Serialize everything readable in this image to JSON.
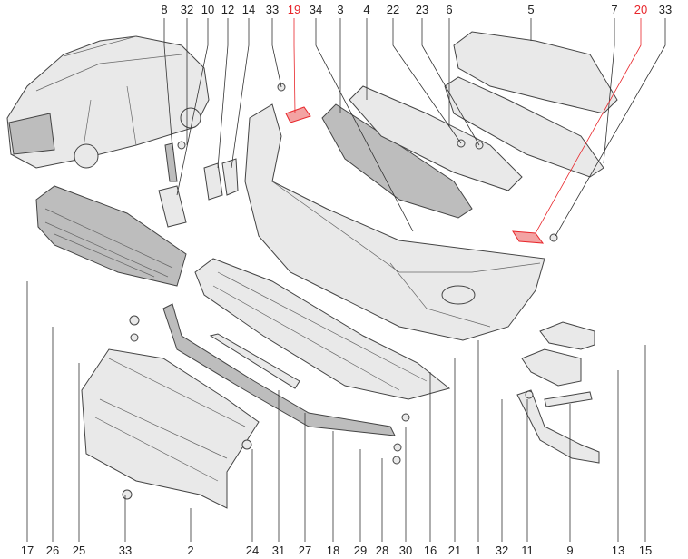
{
  "diagram": {
    "highlight_color": "#e8262b",
    "top_callouts": [
      {
        "label": "8",
        "highlighted": false
      },
      {
        "label": "32",
        "highlighted": false
      },
      {
        "label": "10",
        "highlighted": false
      },
      {
        "label": "12",
        "highlighted": false
      },
      {
        "label": "14",
        "highlighted": false
      },
      {
        "label": "33",
        "highlighted": false
      },
      {
        "label": "19",
        "highlighted": true
      },
      {
        "label": "34",
        "highlighted": false
      },
      {
        "label": "3",
        "highlighted": false
      },
      {
        "label": "4",
        "highlighted": false
      },
      {
        "label": "22",
        "highlighted": false
      },
      {
        "label": "23",
        "highlighted": false
      },
      {
        "label": "6",
        "highlighted": false
      },
      {
        "label": "5",
        "highlighted": false
      },
      {
        "label": "7",
        "highlighted": false
      },
      {
        "label": "20",
        "highlighted": true
      },
      {
        "label": "33",
        "highlighted": false
      }
    ],
    "bottom_callouts": [
      {
        "label": "17",
        "highlighted": false
      },
      {
        "label": "26",
        "highlighted": false
      },
      {
        "label": "25",
        "highlighted": false
      },
      {
        "label": "33",
        "highlighted": false
      },
      {
        "label": "2",
        "highlighted": false
      },
      {
        "label": "24",
        "highlighted": false
      },
      {
        "label": "31",
        "highlighted": false
      },
      {
        "label": "27",
        "highlighted": false
      },
      {
        "label": "18",
        "highlighted": false
      },
      {
        "label": "29",
        "highlighted": false
      },
      {
        "label": "28",
        "highlighted": false
      },
      {
        "label": "30",
        "highlighted": false
      },
      {
        "label": "16",
        "highlighted": false
      },
      {
        "label": "21",
        "highlighted": false
      },
      {
        "label": "1",
        "highlighted": false
      },
      {
        "label": "32",
        "highlighted": false
      },
      {
        "label": "11",
        "highlighted": false
      },
      {
        "label": "9",
        "highlighted": false
      },
      {
        "label": "13",
        "highlighted": false
      },
      {
        "label": "15",
        "highlighted": false
      }
    ]
  }
}
